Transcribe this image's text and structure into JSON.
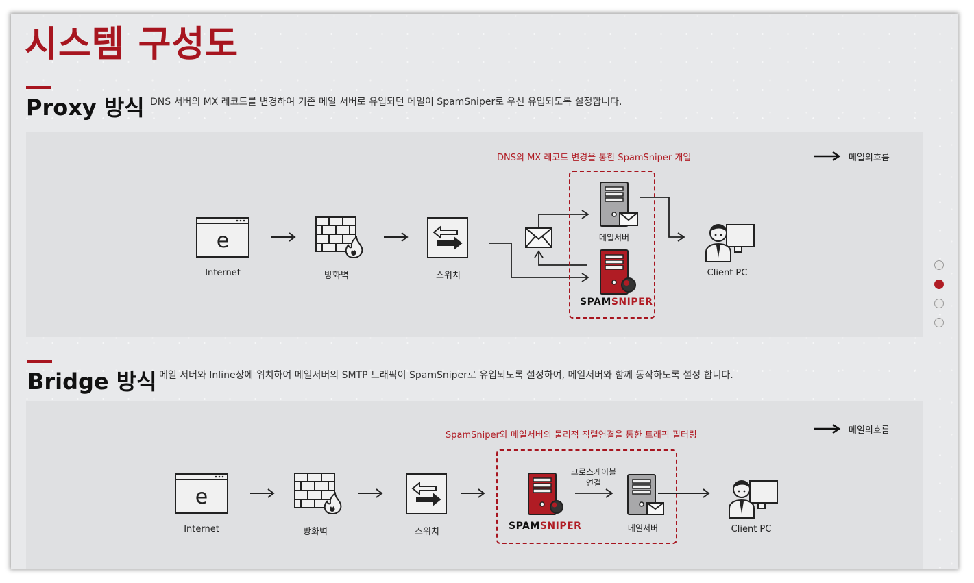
{
  "page": {
    "title": "시스템 구성도"
  },
  "proxy": {
    "title": "Proxy 방식",
    "description": "DNS 서버의 MX 레코드를 변경하여 기존 메일 서버로 유입되던 메일이 SpamSniper로 우선 유입되도록 설정합니다.",
    "caption": "DNS의 MX 레코드 변경을 통한 SpamSniper 개입",
    "legend": "메일의흐름",
    "nodes": {
      "internet": "Internet",
      "firewall": "방화벽",
      "switch": "스위치",
      "mailserver": "메일서버",
      "client": "Client PC"
    },
    "logo": {
      "part1": "SPAM",
      "part2": "SNIPER"
    }
  },
  "bridge": {
    "title": "Bridge 방식",
    "description": "메일 서버와 Inline상에 위치하여 메일서버의 SMTP 트래픽이 SpamSniper로 유입되도록 설정하여, 메일서버와 함께 동작하도록 설정 합니다.",
    "caption": "SpamSniper와 메일서버의 물리적 직렬연결을 통한 트래픽 필터링",
    "legend": "메일의흐름",
    "cross_cable": "크로스케이블",
    "cross_cable2": "연결",
    "nodes": {
      "internet": "Internet",
      "firewall": "방화벽",
      "switch": "스위치",
      "mailserver": "메일서버",
      "client": "Client PC"
    },
    "logo": {
      "part1": "SPAM",
      "part2": "SNIPER"
    }
  },
  "pager": {
    "count": 4,
    "active_index": 1
  },
  "colors": {
    "accent": "#a7151f",
    "frame_bg": "#e8e9eb",
    "panel_bg": "#dfe0e2"
  }
}
